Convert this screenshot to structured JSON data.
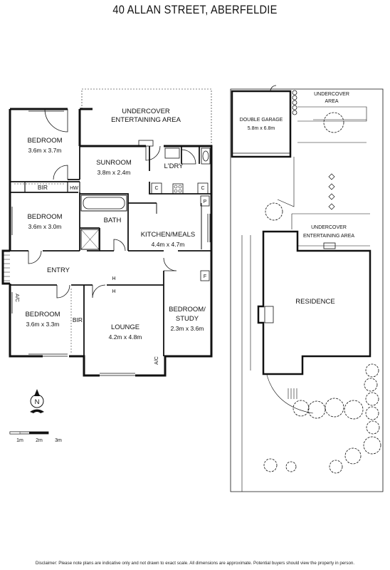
{
  "title": "40 ALLAN STREET, ABERFELDIE",
  "rooms": {
    "bedroom1": {
      "name": "BEDROOM",
      "size": "3.6m x 3.7m"
    },
    "sunroom": {
      "name": "SUNROOM",
      "size": "3.8m x 2.4m"
    },
    "laundry": {
      "name": "L'DRY"
    },
    "bir1": {
      "name": "BIR"
    },
    "hw": {
      "name": "HW"
    },
    "bedroom2": {
      "name": "BEDROOM",
      "size": "3.6m x 3.0m"
    },
    "bath": {
      "name": "BATH"
    },
    "kitchen": {
      "name": "KITCHEN/MEALS",
      "size": "4.4m x 4.7m"
    },
    "entry": {
      "name": "ENTRY"
    },
    "bedroom3": {
      "name": "BEDROOM",
      "size": "3.6m x 3.3m"
    },
    "bir2": {
      "name": "BIR"
    },
    "lounge": {
      "name": "LOUNGE",
      "size": "4.2m x 4.8m"
    },
    "study": {
      "name1": "BEDROOM/",
      "name2": "STUDY",
      "size": "2.3m x 3.6m"
    },
    "entertaining": {
      "line1": "UNDERCOVER",
      "line2": "ENTERTAINING AREA"
    }
  },
  "markers": {
    "c": "C",
    "p": "P",
    "f": "F",
    "h": "H",
    "ac": "A/C"
  },
  "site": {
    "garage": {
      "name": "DOUBLE GARAGE",
      "size": "5.8m x 6.8m"
    },
    "undercover": {
      "line1": "UNDERCOVER",
      "line2": "AREA"
    },
    "entertaining": {
      "line1": "UNDERCOVER",
      "line2": "ENTERTAINING AREA"
    },
    "residence": "RESIDENCE"
  },
  "compass": "N",
  "scale": {
    "labels": [
      "1m",
      "2m",
      "3m"
    ]
  },
  "disclaimer": "Disclaimer: Please note plans are indicative only and not drawn to exact scale. All dimensions are approximate. Potential buyers should view the property in person."
}
